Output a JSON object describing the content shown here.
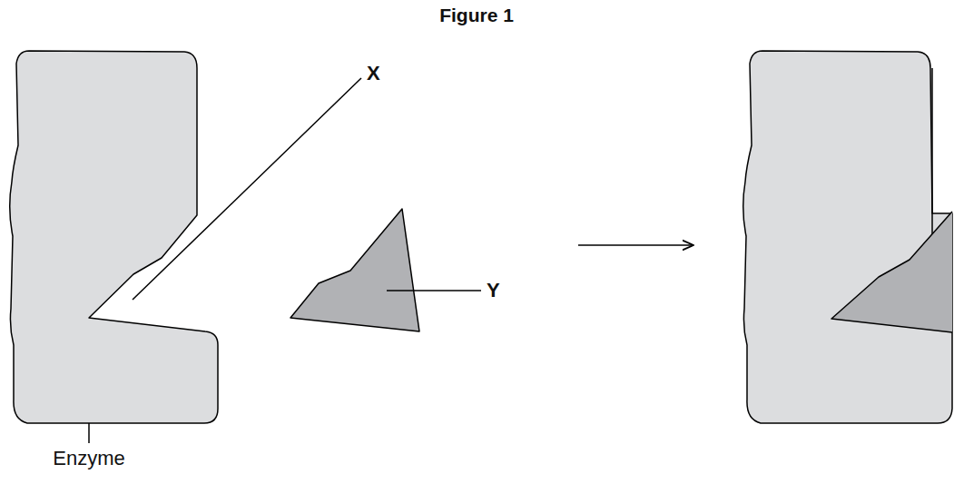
{
  "diagram": {
    "title": "Figure 1",
    "labels": [
      "X",
      "Y",
      "Enzyme"
    ]
  }
}
